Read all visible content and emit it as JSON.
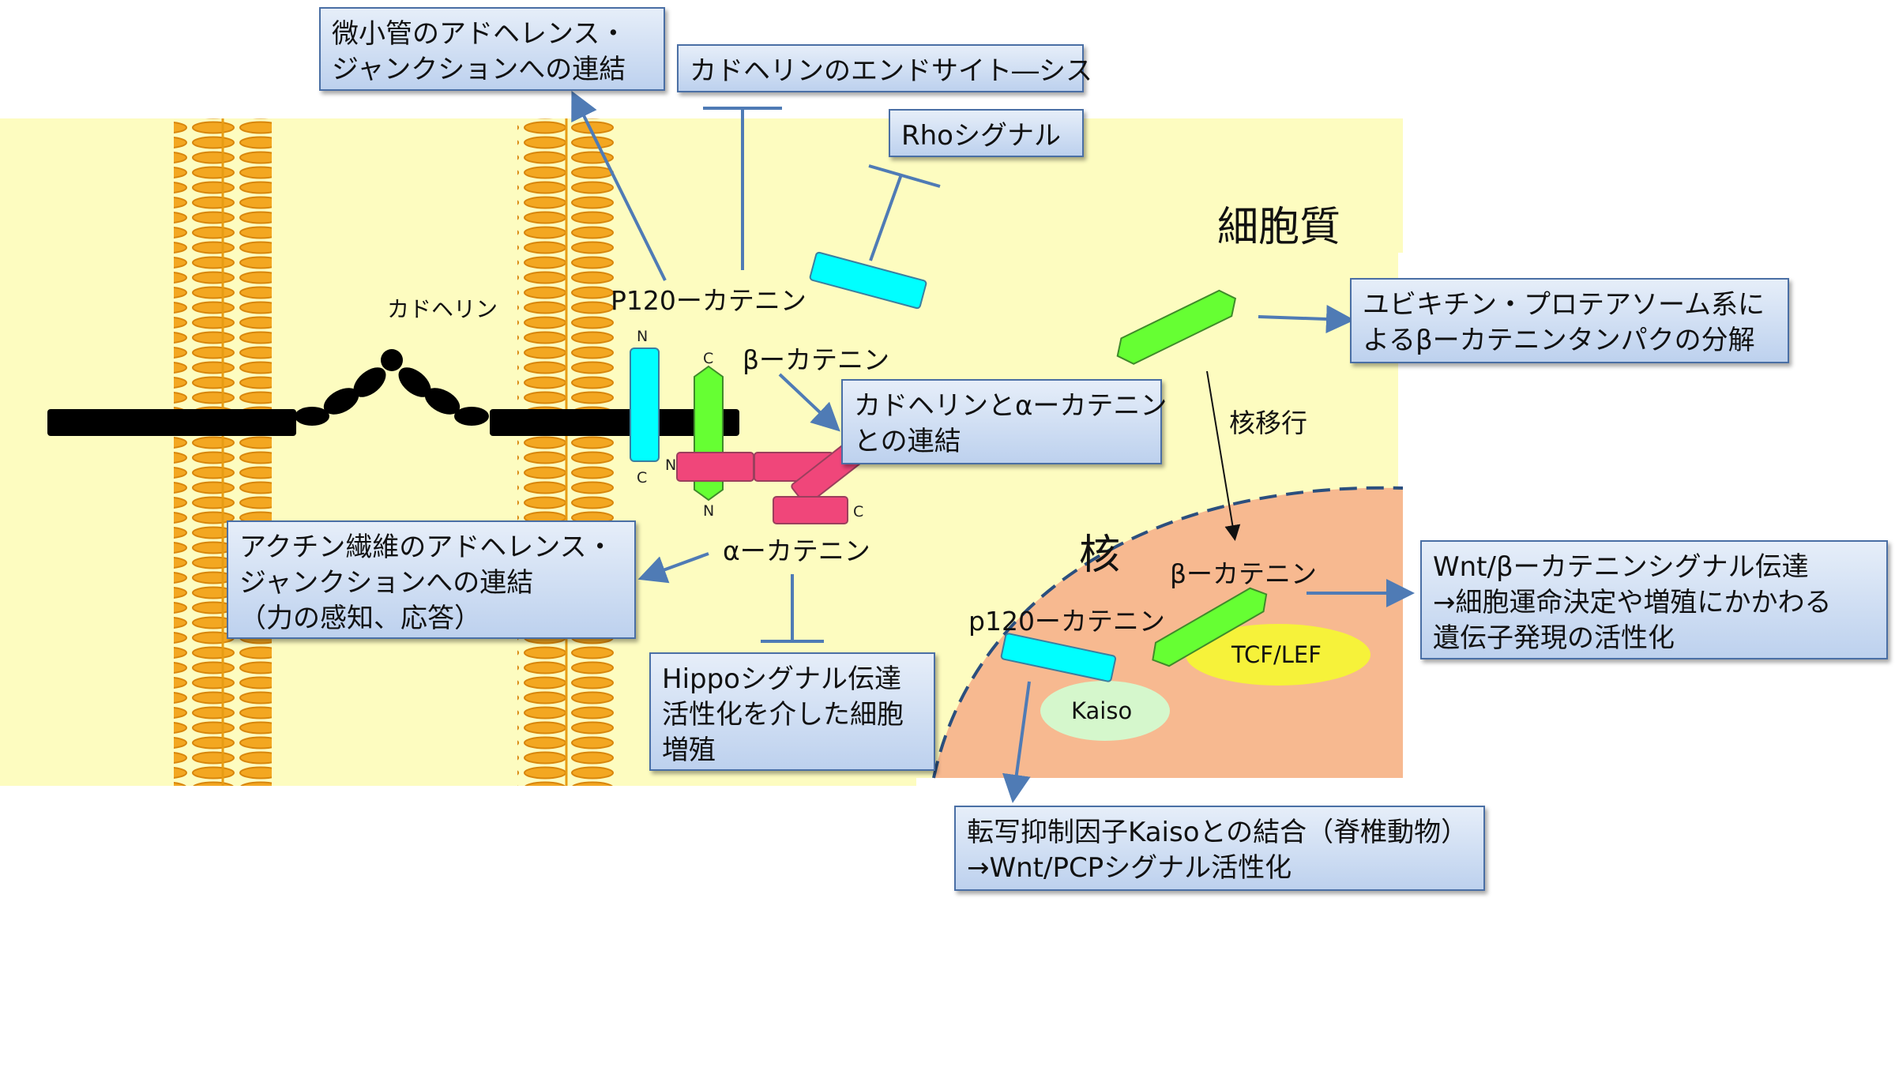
{
  "colors": {
    "cytoplasm": "#fdfcc0",
    "nucleus": "#f7b990",
    "membrane": "#f3a721",
    "box_border": "#4a6fa5",
    "arrow": "#4f7bb5",
    "p120": "#00ffff",
    "beta_catenin": "#66ff33",
    "alpha_catenin": "#f0467a",
    "tcf_lef": "#f6f23a",
    "kaiso": "#d5f7cc",
    "cadherin": "#000000"
  },
  "labels": {
    "cadherin": "カドヘリン",
    "p120_catenin": "P120ーカテニン",
    "beta_catenin": "βーカテニン",
    "alpha_catenin": "αーカテニン",
    "cytoplasm": "細胞質",
    "nucleus": "核",
    "nuclear_translocation": "核移行",
    "nuclear_beta_catenin": "βーカテニン",
    "nuclear_p120_catenin": "p120ーカテニン",
    "tcf_lef": "TCF/LEF",
    "kaiso": "Kaiso",
    "n_term": "N",
    "c_term": "C"
  },
  "boxes": {
    "microtubule": [
      "微小管のアドヘレンス・",
      "ジャンクションへの連結"
    ],
    "endocytosis": [
      "カドヘリンのエンドサイト―シス"
    ],
    "rho": [
      "Rhoシグナル"
    ],
    "cadherin_alpha": [
      "カドヘリンとαーカテニン",
      "との連結"
    ],
    "ubiquitin": [
      "ユビキチン・プロテアソーム系に",
      "よるβーカテニンタンパクの分解"
    ],
    "actin": [
      "アクチン繊維のアドヘレンス・",
      "ジャンクションへの連結",
      "（力の感知、応答）"
    ],
    "hippo": [
      "Hippoシグナル伝達",
      "活性化を介した細胞",
      "増殖"
    ],
    "wnt": [
      "Wnt/βーカテニンシグナル伝達",
      "→細胞運命決定や増殖にかかわる",
      "遺伝子発現の活性化"
    ],
    "kaiso_box": [
      "転写抑制因子Kaisoとの結合（脊椎動物）",
      "→Wnt/PCPシグナル活性化"
    ]
  }
}
